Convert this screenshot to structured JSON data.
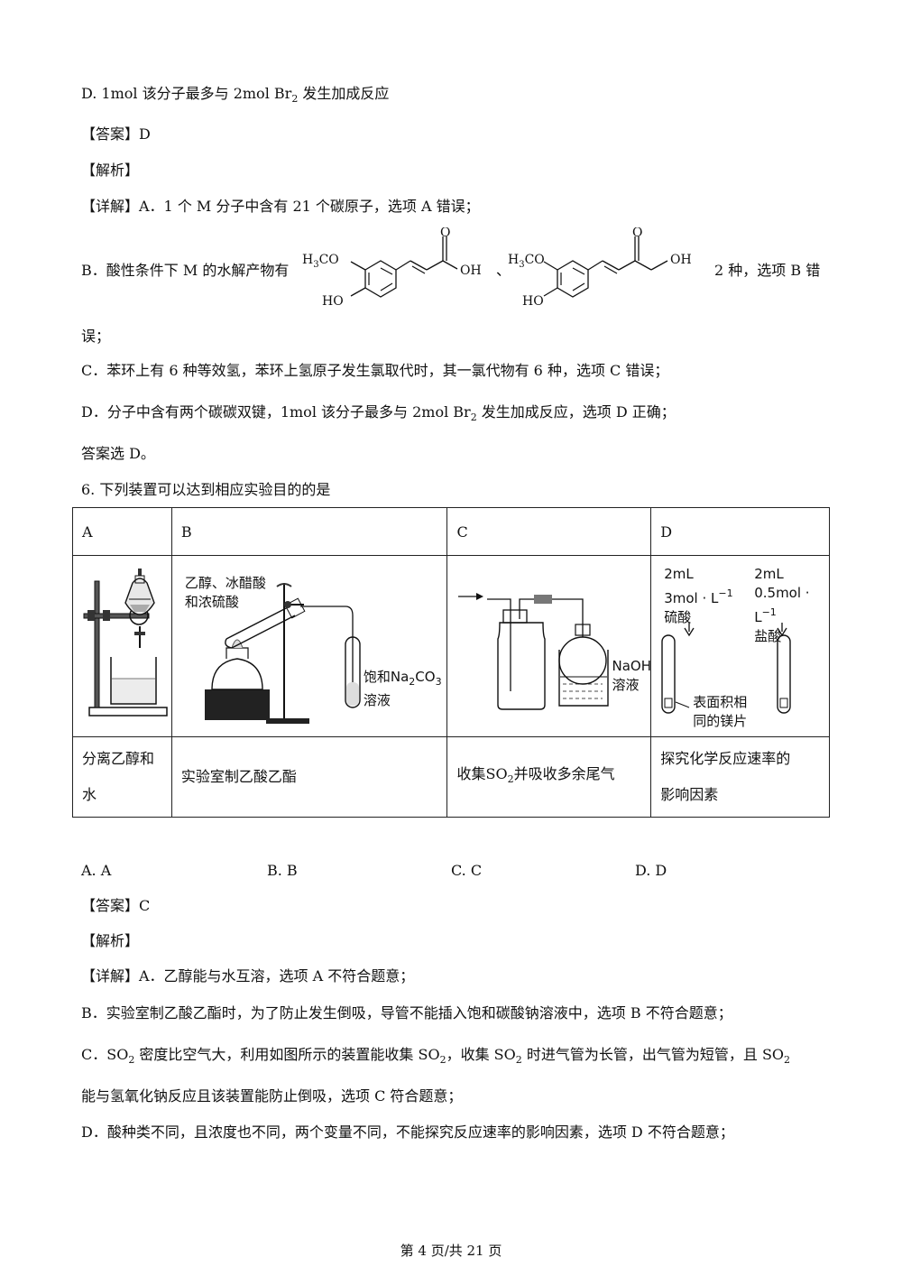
{
  "top": {
    "option_d": {
      "pre": "D.  1mol 该分子最多与 2mol Br",
      "sub": "2",
      "post": " 发生加成反应"
    },
    "answer": "【答案】D",
    "analysis": "【解析】",
    "detail_a": "【详解】A．1 个 M 分子中含有 21 个碳原子，选项 A 错误；",
    "detail_b_pre": "B．酸性条件下 M 的水解产物有",
    "detail_b_sep": "、",
    "detail_b_post": "2 种，选项 B 错",
    "detail_b_cont": "误；",
    "mol1": {
      "h3co": "H",
      "h3co_sub": "3",
      "h3co_rest": "CO",
      "ho": "HO",
      "o": "O",
      "oh": "OH"
    },
    "mol2": {
      "h3co": "H",
      "h3co_sub": "3",
      "h3co_rest": "CO",
      "ho": "HO",
      "o": "O",
      "oh": "OH"
    },
    "detail_c": "C．苯环上有 6 种等效氢，苯环上氢原子发生氯取代时，其一氯代物有 6 种，选项 C 错误；",
    "detail_d": {
      "pre": "D．分子中含有两个碳碳双键，1mol 该分子最多与 2mol Br",
      "sub": "2",
      "post": " 发生加成反应，选项 D 正确；"
    },
    "conclusion": "答案选 D。"
  },
  "q6": {
    "stem": "6. 下列装置可以达到相应实验目的的是",
    "headers": [
      "A",
      "B",
      "C",
      "D"
    ],
    "b_labels": {
      "reagents_line1": "乙醇、冰醋酸",
      "reagents_line2": "和浓硫酸",
      "sat_pre": "饱和Na",
      "sat_sub1": "2",
      "sat_mid": "CO",
      "sat_sub2": "3",
      "sat_line2": "溶液"
    },
    "c_labels": {
      "naoh_line1": "NaOH",
      "naoh_line2": "溶液"
    },
    "d_labels": {
      "left_vol": "2mL",
      "left_conc_pre": "3mol · L",
      "left_conc_sup": "−1",
      "left_acid": "硫酸",
      "right_vol": "2mL",
      "right_conc_pre": "0.5mol · L",
      "right_conc_sup": "−1",
      "right_acid": "盐酸",
      "mg_line1": "表面积相",
      "mg_line2": "同的镁片"
    },
    "purposes": {
      "a_line1": "分离乙醇和",
      "a_line2": "水",
      "b": "实验室制乙酸乙酯",
      "c_pre": "收集SO",
      "c_sub": "2",
      "c_post": "并吸收多余尾气",
      "d_line1": "探究化学反应速率的",
      "d_line2": "影响因素"
    },
    "choices": [
      "A. A",
      "B. B",
      "C. C",
      "D. D"
    ],
    "answer": "【答案】C",
    "analysis": "【解析】",
    "detail_a": "【详解】A．乙醇能与水互溶，选项 A 不符合题意；",
    "detail_b": "B．实验室制乙酸乙酯时，为了防止发生倒吸，导管不能插入饱和碳酸钠溶液中，选项 B 不符合题意；",
    "detail_c": {
      "p1": "C．SO",
      "s1": "2",
      "p2": " 密度比空气大，利用如图所示的装置能收集 SO",
      "s2": "2",
      "p3": "，收集 SO",
      "s3": "2",
      "p4": " 时进气管为长管，出气管为短管，且 SO",
      "s4": "2"
    },
    "detail_c_cont": "能与氢氧化钠反应且该装置能防止倒吸，选项 C 符合题意；",
    "detail_d": "D．酸种类不同，且浓度也不同，两个变量不同，不能探究反应速率的影响因素，选项 D 不符合题意；"
  },
  "footer": "第 4 页/共 21 页"
}
